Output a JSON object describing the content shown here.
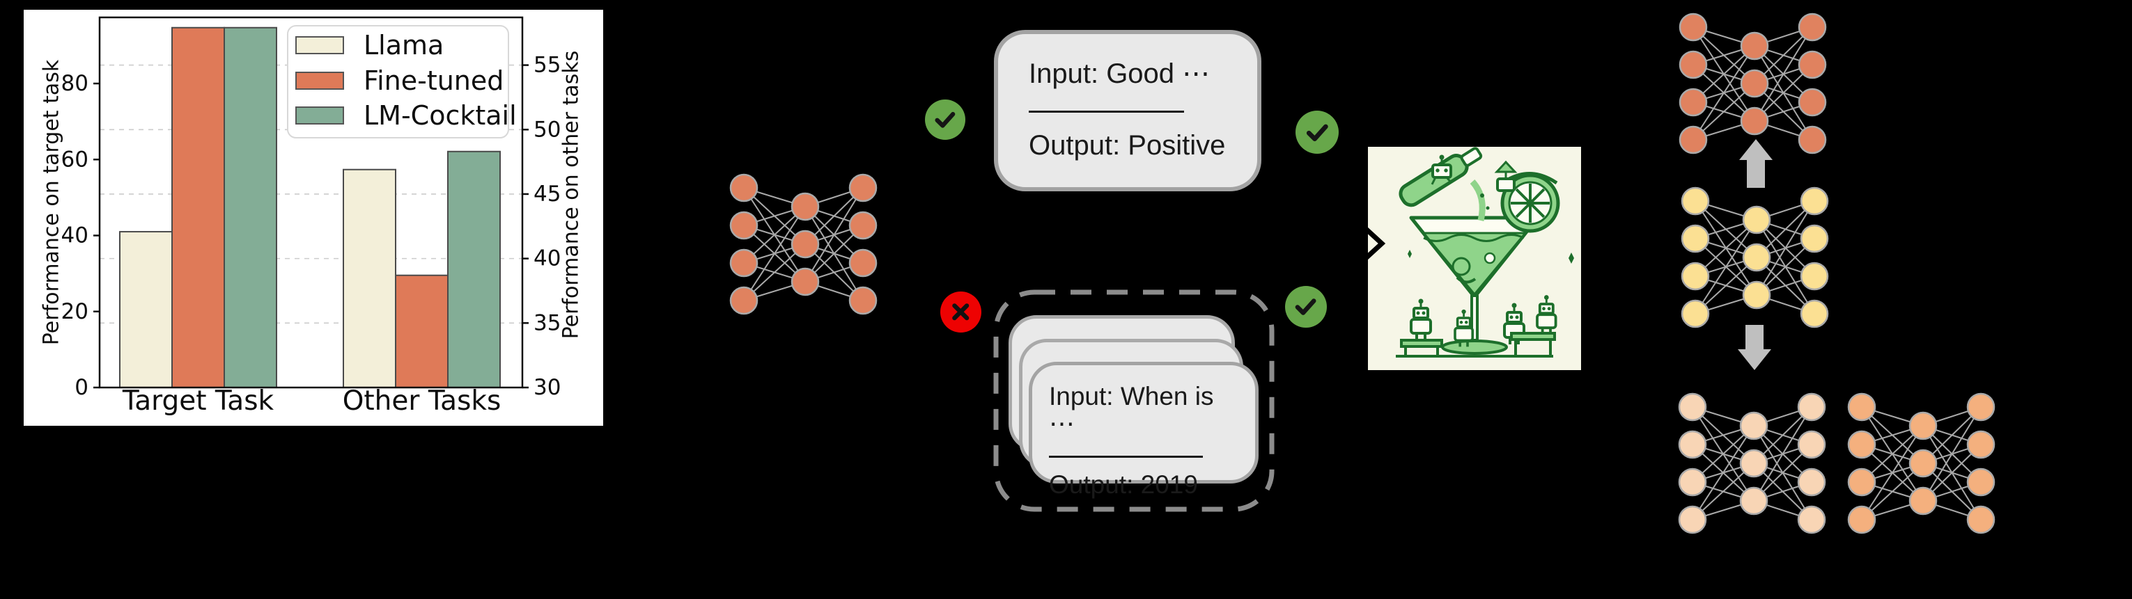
{
  "chart_data": {
    "type": "bar",
    "title": "",
    "categories": [
      "Target Task",
      "Other Tasks"
    ],
    "category_axis": [
      "left",
      "right"
    ],
    "series": [
      {
        "name": "Llama",
        "values": [
          41.0,
          46.9
        ],
        "color": "#f3efd9"
      },
      {
        "name": "Fine-tuned",
        "values": [
          94.7,
          38.7
        ],
        "color": "#df7a58"
      },
      {
        "name": "LM-Cocktail",
        "values": [
          94.7,
          48.3
        ],
        "color": "#83ad96"
      }
    ],
    "axes": {
      "left": {
        "label": "Performance on target task",
        "ticks": [
          0,
          20,
          40,
          60,
          80
        ],
        "min": 0,
        "max": 97.4
      },
      "right": {
        "label": "Performance on other tasks",
        "ticks": [
          30,
          35,
          40,
          45,
          50,
          55
        ],
        "min": 30,
        "max": 58.7
      }
    },
    "legend": {
      "position": "upper right",
      "entries": [
        "Llama",
        "Fine-tuned",
        "LM-Cocktail"
      ]
    },
    "grid": {
      "on": true,
      "axis": "right",
      "style": "dashed",
      "color": "#cccccc"
    },
    "bar_edge_color": "#4a4a4a",
    "text_color": "#0d0d0d",
    "background": "#ffffff"
  },
  "cards": {
    "good": {
      "input": "Input: Good ⋯",
      "output": "Output: Positive"
    },
    "when": {
      "input": "Input: When is ⋯",
      "output": "Output: 2019"
    }
  },
  "icons": {
    "check_circle_color": "#67a74a",
    "check_mark_color": "#151515",
    "cross_circle_color": "#ee0202",
    "cross_mark_color": "#111111",
    "arrow_color": "#bfbfbf",
    "chevron_color": "#000000",
    "dashed_box_color": "#8c8c8c"
  },
  "networks": {
    "node_border_color": "#a9a9a9",
    "edge_color": "#a9a9a9",
    "finetuned_left_color": "#e0825f",
    "merged_top_right_color": "#e0825f",
    "target_yellow_color": "#fbe093",
    "other_peach_color": "#f8d5b5",
    "other_orange_color": "#f4b07e"
  },
  "cocktail": {
    "bg": "#f6f6e7",
    "line": "#1d6f2b",
    "fill": "#8fd48a",
    "paper": "#fdfdf2"
  }
}
